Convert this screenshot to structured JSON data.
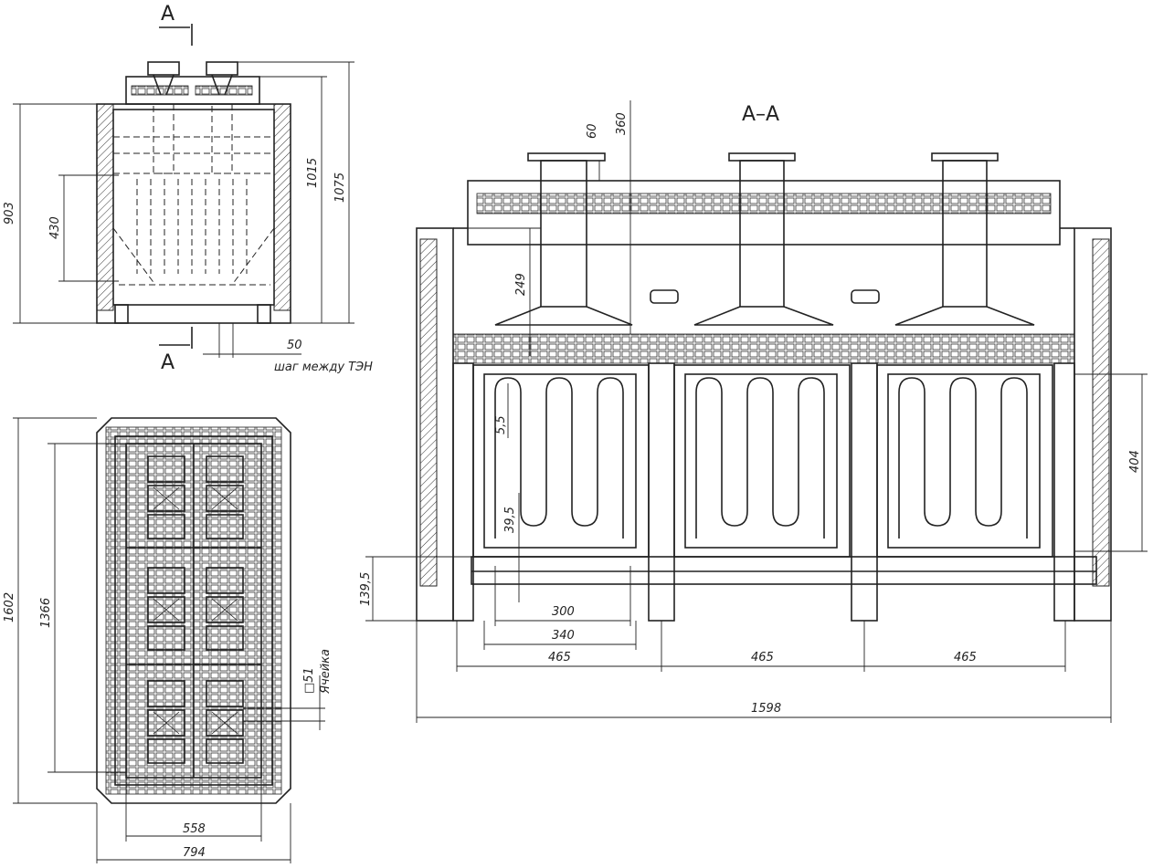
{
  "section_title": "A–A",
  "section_mark": "A",
  "front_view": {
    "dim_height_outer": "903",
    "dim_height_inner": "430",
    "dim_total_1": "1015",
    "dim_total_2": "1075",
    "dim_pitch": "50",
    "dim_pitch_label": "шаг между ТЭН"
  },
  "plan_view": {
    "dim_length_outer": "1602",
    "dim_length_inner": "1366",
    "dim_width_inner": "558",
    "dim_width_outer": "794",
    "cell_label": "□51",
    "cell_word": "Ячейка"
  },
  "section_view": {
    "dim_60": "60",
    "dim_360": "360",
    "dim_249": "249",
    "dim_5_5": "5,5",
    "dim_39_5": "39,5",
    "dim_139_5": "139,5",
    "dim_404": "404",
    "dim_300": "300",
    "dim_340": "340",
    "dim_465_a": "465",
    "dim_465_b": "465",
    "dim_465_c": "465",
    "dim_1598": "1598"
  }
}
